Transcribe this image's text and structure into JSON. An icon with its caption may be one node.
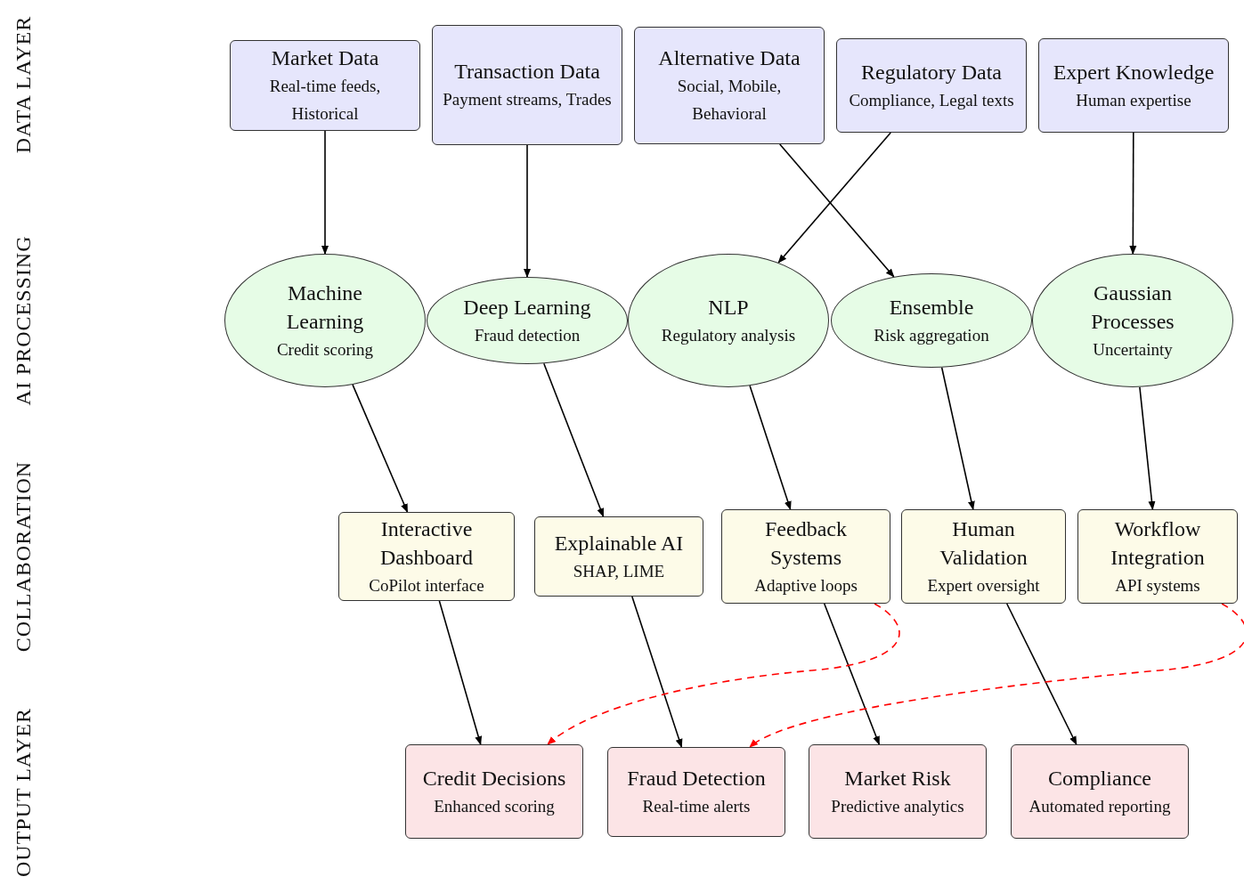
{
  "diagram": {
    "nodes": [
      {
        "text": [
          "Market Data",
          "Real-time feeds, Historical"
        ]
      },
      {
        "text": [
          "Transaction Data",
          "Payment streams, Trades"
        ]
      },
      {
        "text": [
          "Alternative Data",
          "Social, Mobile, Behavioral"
        ]
      },
      {
        "text": [
          "Regulatory Data",
          "Compliance, Legal texts"
        ]
      },
      {
        "text": [
          "Expert Knowledge",
          "Human expertise"
        ]
      },
      {
        "text": [
          "Machine Learning",
          "Credit scoring"
        ]
      },
      {
        "text": [
          "Deep Learning",
          "Fraud detection"
        ]
      },
      {
        "text": [
          "NLP",
          "Regulatory analysis"
        ]
      },
      {
        "text": [
          "Ensemble",
          "Risk aggregation"
        ]
      },
      {
        "text": [
          "Gaussian Processes",
          "Uncertainty"
        ]
      },
      {
        "text": [
          "Interactive Dashboard",
          "CoPilot interface"
        ]
      },
      {
        "text": [
          "Explainable AI",
          "SHAP, LIME"
        ]
      },
      {
        "text": [
          "Feedback Systems",
          "Adaptive loops"
        ]
      },
      {
        "text": [
          "Human Validation",
          "Expert oversight"
        ]
      },
      {
        "text": [
          "Workflow Integration",
          "API systems"
        ]
      },
      {
        "text": [
          "Credit Decisions",
          "Enhanced scoring"
        ]
      },
      {
        "text": [
          "Fraud Detection",
          "Real-time alerts"
        ]
      },
      {
        "text": [
          "Market Risk",
          "Predictive analytics"
        ]
      },
      {
        "text": [
          "Compliance",
          "Automated reporting"
        ]
      }
    ],
    "edges": [
      {
        "from": 0,
        "to": 5,
        "arrow": "to"
      },
      {
        "from": 1,
        "to": 6,
        "arrow": "to"
      },
      {
        "from": 2,
        "to": 8,
        "arrow": "to"
      },
      {
        "from": 3,
        "to": 7,
        "arrow": "to"
      },
      {
        "from": 4,
        "to": 9,
        "arrow": "to"
      },
      {
        "from": 5,
        "to": 10,
        "arrow": "to"
      },
      {
        "from": 6,
        "to": 11,
        "arrow": "to"
      },
      {
        "from": 7,
        "to": 12,
        "arrow": "to"
      },
      {
        "from": 8,
        "to": 13,
        "arrow": "to"
      },
      {
        "from": 9,
        "to": 14,
        "arrow": "to"
      },
      {
        "from": 10,
        "to": 15,
        "arrow": "to"
      },
      {
        "from": 11,
        "to": 16,
        "arrow": "to"
      },
      {
        "from": 12,
        "to": 17,
        "arrow": "to"
      },
      {
        "from": 13,
        "to": 18,
        "arrow": "to"
      },
      {
        "from": 12,
        "to": 15,
        "arrow": "to",
        "style": "dashed",
        "color": "#ff0000"
      },
      {
        "from": 14,
        "to": 16,
        "arrow": "to",
        "style": "dashed",
        "color": "#ff0000"
      }
    ],
    "labels": [
      "DATA LAYER",
      "AI PROCESSING",
      "COLLABORATION",
      "OUTPUT LAYER"
    ]
  }
}
